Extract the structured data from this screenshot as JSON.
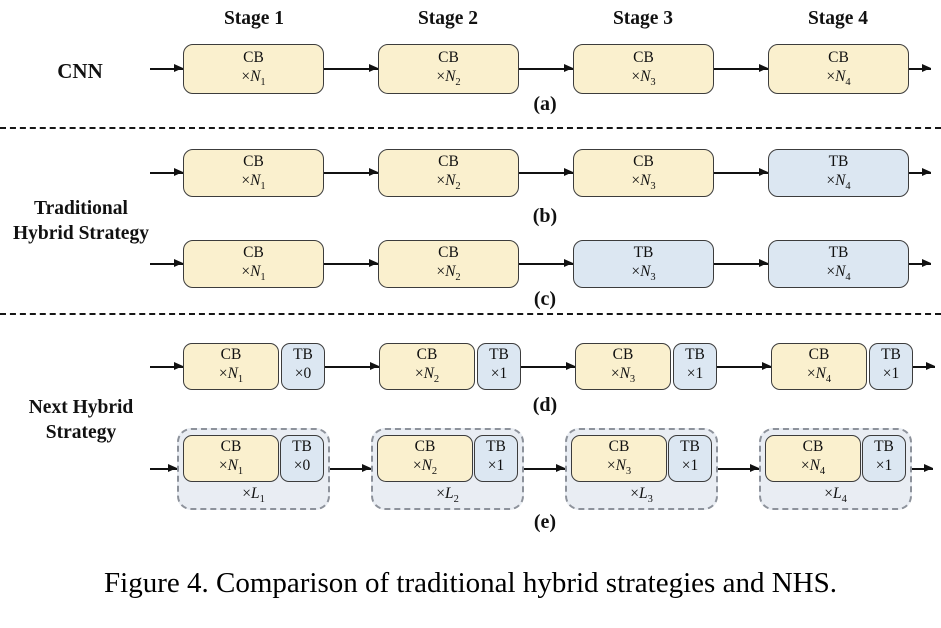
{
  "fig": {
    "stage_headers": [
      "Stage 1",
      "Stage 2",
      "Stage 3",
      "Stage 4"
    ],
    "side_labels": {
      "cnn": "CNN",
      "traditional_line1": "Traditional",
      "traditional_line2": "Hybrid Strategy",
      "next_line1": "Next Hybrid",
      "next_line2": "Strategy"
    },
    "rows": {
      "a": {
        "tag": "(a)",
        "boxes": [
          {
            "name": "CB",
            "times": "×",
            "var": "N",
            "sub": "1",
            "lit": ""
          },
          {
            "name": "CB",
            "times": "×",
            "var": "N",
            "sub": "2",
            "lit": ""
          },
          {
            "name": "CB",
            "times": "×",
            "var": "N",
            "sub": "3",
            "lit": ""
          },
          {
            "name": "CB",
            "times": "×",
            "var": "N",
            "sub": "4",
            "lit": ""
          }
        ]
      },
      "b": {
        "tag": "(b)",
        "boxes": [
          {
            "name": "CB",
            "times": "×",
            "var": "N",
            "sub": "1",
            "lit": ""
          },
          {
            "name": "CB",
            "times": "×",
            "var": "N",
            "sub": "2",
            "lit": ""
          },
          {
            "name": "CB",
            "times": "×",
            "var": "N",
            "sub": "3",
            "lit": ""
          },
          {
            "name": "TB",
            "times": "×",
            "var": "N",
            "sub": "4",
            "lit": ""
          }
        ]
      },
      "c": {
        "tag": "(c)",
        "boxes": [
          {
            "name": "CB",
            "times": "×",
            "var": "N",
            "sub": "1",
            "lit": ""
          },
          {
            "name": "CB",
            "times": "×",
            "var": "N",
            "sub": "2",
            "lit": ""
          },
          {
            "name": "TB",
            "times": "×",
            "var": "N",
            "sub": "3",
            "lit": ""
          },
          {
            "name": "TB",
            "times": "×",
            "var": "N",
            "sub": "4",
            "lit": ""
          }
        ]
      },
      "d": {
        "tag": "(d)",
        "pairs": [
          {
            "cb": {
              "name": "CB",
              "times": "×",
              "var": "N",
              "sub": "1",
              "lit": ""
            },
            "tb": {
              "name": "TB",
              "times": "×",
              "var": "",
              "sub": "",
              "lit": "0"
            }
          },
          {
            "cb": {
              "name": "CB",
              "times": "×",
              "var": "N",
              "sub": "2",
              "lit": ""
            },
            "tb": {
              "name": "TB",
              "times": "×",
              "var": "",
              "sub": "",
              "lit": "1"
            }
          },
          {
            "cb": {
              "name": "CB",
              "times": "×",
              "var": "N",
              "sub": "3",
              "lit": ""
            },
            "tb": {
              "name": "TB",
              "times": "×",
              "var": "",
              "sub": "",
              "lit": "1"
            }
          },
          {
            "cb": {
              "name": "CB",
              "times": "×",
              "var": "N",
              "sub": "4",
              "lit": ""
            },
            "tb": {
              "name": "TB",
              "times": "×",
              "var": "",
              "sub": "",
              "lit": "1"
            }
          }
        ]
      },
      "e": {
        "tag": "(e)",
        "groups": [
          {
            "cb": {
              "name": "CB",
              "times": "×",
              "var": "N",
              "sub": "1",
              "lit": ""
            },
            "tb": {
              "name": "TB",
              "times": "×",
              "var": "",
              "sub": "",
              "lit": "0"
            },
            "label": {
              "times": "×",
              "var": "L",
              "sub": "1"
            }
          },
          {
            "cb": {
              "name": "CB",
              "times": "×",
              "var": "N",
              "sub": "2",
              "lit": ""
            },
            "tb": {
              "name": "TB",
              "times": "×",
              "var": "",
              "sub": "",
              "lit": "1"
            },
            "label": {
              "times": "×",
              "var": "L",
              "sub": "2"
            }
          },
          {
            "cb": {
              "name": "CB",
              "times": "×",
              "var": "N",
              "sub": "3",
              "lit": ""
            },
            "tb": {
              "name": "TB",
              "times": "×",
              "var": "",
              "sub": "",
              "lit": "1"
            },
            "label": {
              "times": "×",
              "var": "L",
              "sub": "3"
            }
          },
          {
            "cb": {
              "name": "CB",
              "times": "×",
              "var": "N",
              "sub": "4",
              "lit": ""
            },
            "tb": {
              "name": "TB",
              "times": "×",
              "var": "",
              "sub": "",
              "lit": "1"
            },
            "label": {
              "times": "×",
              "var": "L",
              "sub": "4"
            }
          }
        ]
      }
    },
    "caption": "Figure 4. Comparison of traditional hybrid strategies and NHS.",
    "colors": {
      "cb_fill": "#FAF0CE",
      "tb_fill": "#DCE7F2",
      "group_fill": "#E9EDF3",
      "arrow": "#111111"
    }
  }
}
